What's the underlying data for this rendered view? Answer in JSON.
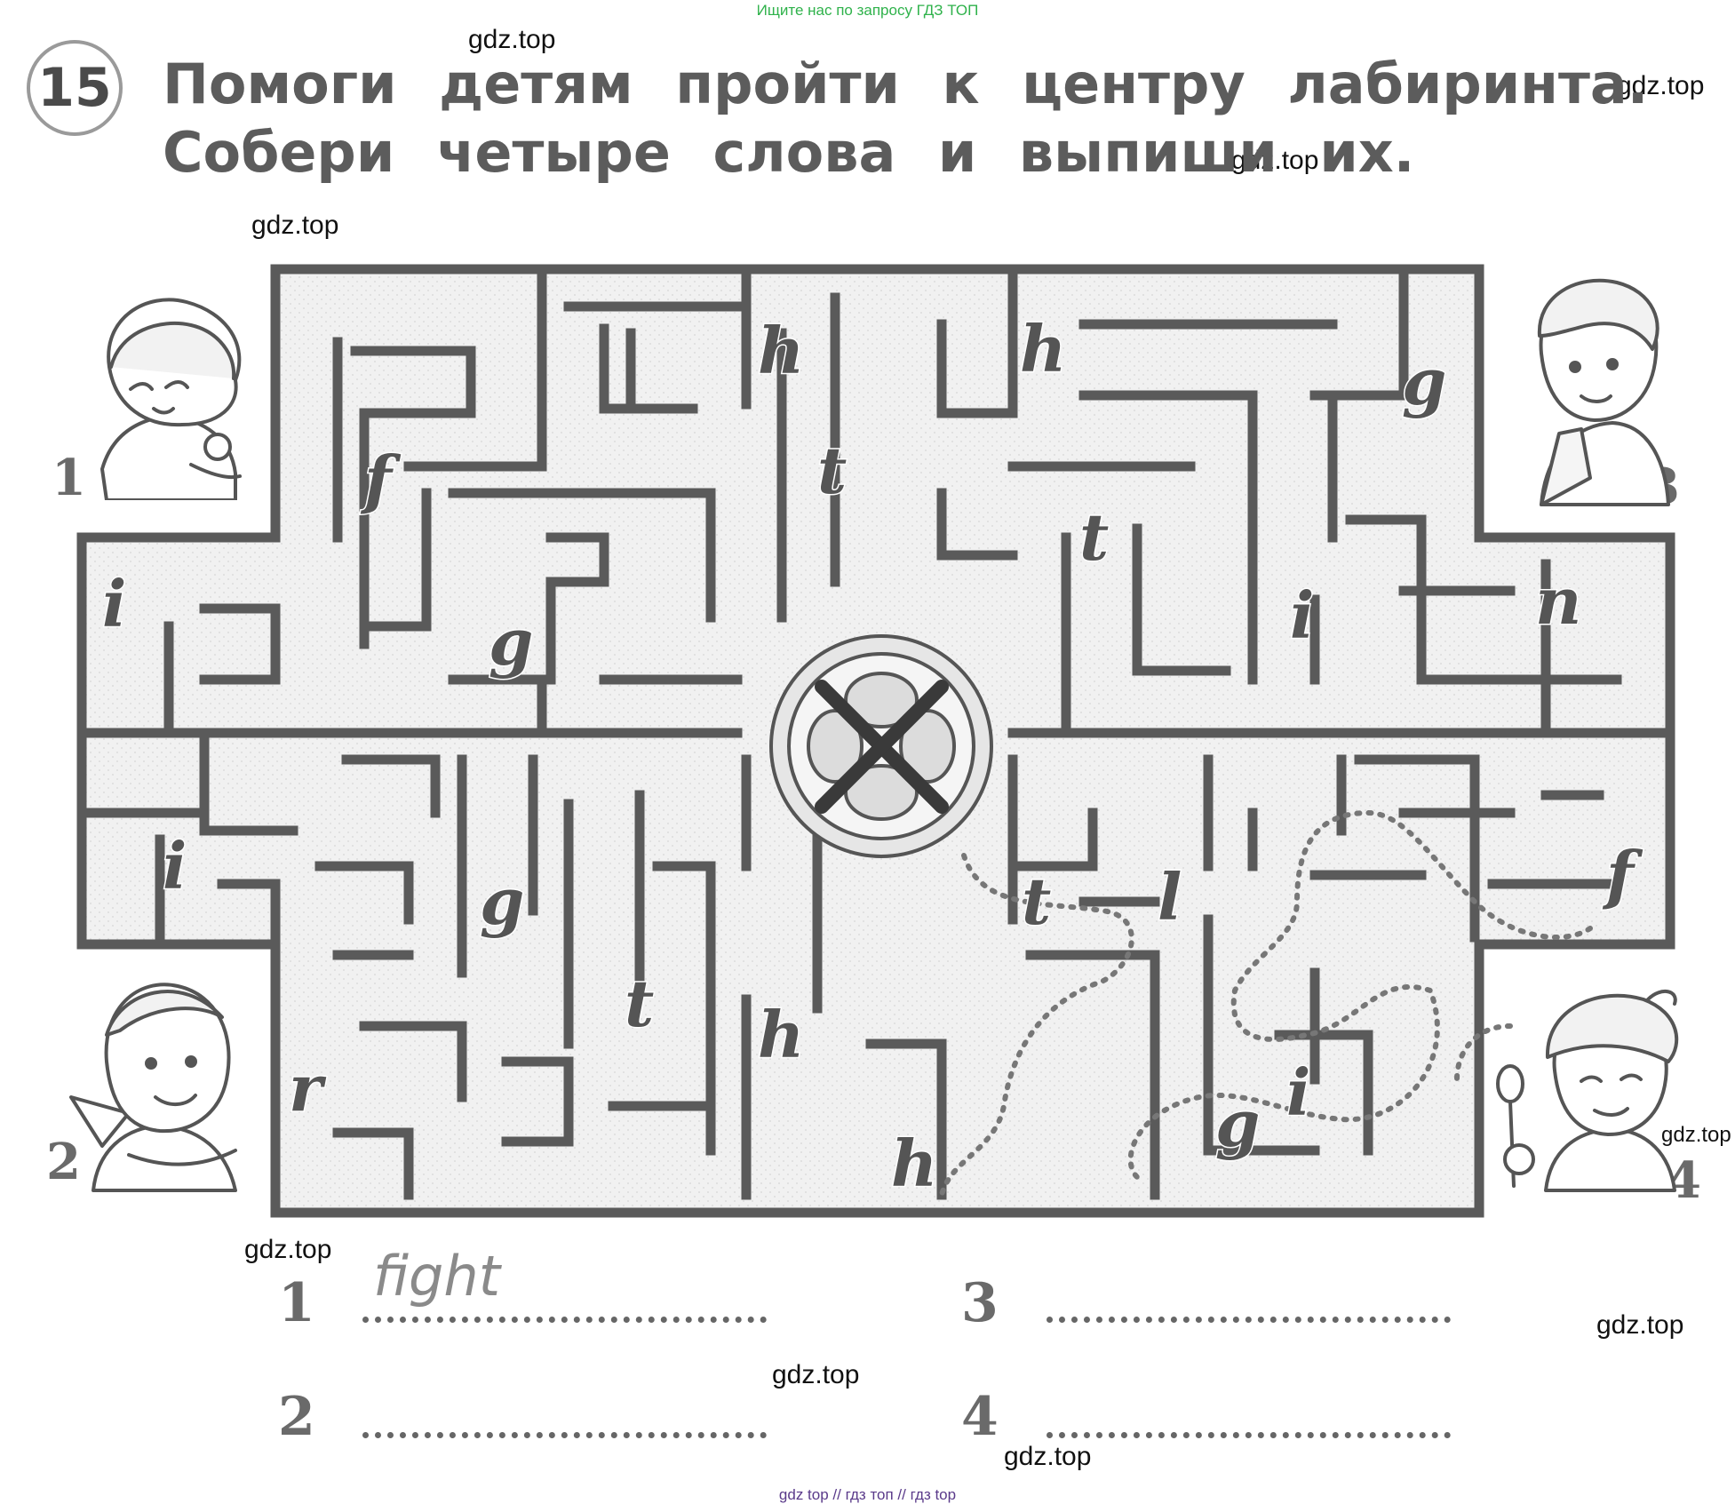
{
  "banner": "Ищите нас по запросу ГДЗ ТОП",
  "task": {
    "number": "15",
    "line1": "Помоги детям пройти к центру лабиринта.",
    "line2": "Собери четыре слова и выпиши их."
  },
  "watermark": "gdz.top",
  "kids": [
    "1",
    "2",
    "3",
    "4"
  ],
  "maze_letters": [
    {
      "id": "h-1",
      "ch": "h"
    },
    {
      "id": "h-2",
      "ch": "h"
    },
    {
      "id": "g-1",
      "ch": "g"
    },
    {
      "id": "f-1",
      "ch": "f"
    },
    {
      "id": "t-1",
      "ch": "t"
    },
    {
      "id": "t-2",
      "ch": "t"
    },
    {
      "id": "i-1",
      "ch": "i"
    },
    {
      "id": "i-2",
      "ch": "i"
    },
    {
      "id": "n-1",
      "ch": "n"
    },
    {
      "id": "g-2",
      "ch": "g"
    },
    {
      "id": "i-3",
      "ch": "i"
    },
    {
      "id": "g-3",
      "ch": "g"
    },
    {
      "id": "r-1",
      "ch": "r"
    },
    {
      "id": "t-3",
      "ch": "t"
    },
    {
      "id": "h-3",
      "ch": "h"
    },
    {
      "id": "l-1",
      "ch": "l"
    },
    {
      "id": "t-4",
      "ch": "t"
    },
    {
      "id": "f-2",
      "ch": "f"
    },
    {
      "id": "g-4",
      "ch": "g"
    },
    {
      "id": "i-4",
      "ch": "i"
    },
    {
      "id": "h-4",
      "ch": "h"
    }
  ],
  "answers": [
    {
      "num": "1",
      "text": "fight"
    },
    {
      "num": "2",
      "text": ""
    },
    {
      "num": "3",
      "text": ""
    },
    {
      "num": "4",
      "text": ""
    }
  ],
  "footer": "gdz top  //  гдз топ  //  гдз top",
  "colors": {
    "maze_wall": "#555555",
    "maze_fill": "#efefef",
    "banner": "#2fb24b",
    "footer": "#5a3a8a"
  }
}
